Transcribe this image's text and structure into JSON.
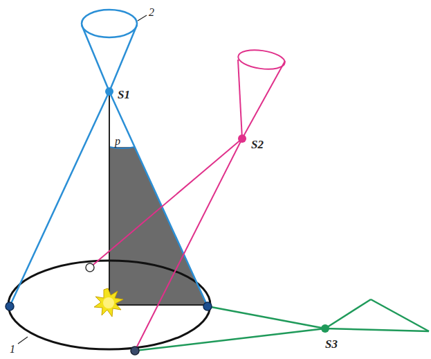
{
  "diagram": {
    "labels": [
      "2",
      "S1",
      "p",
      "S2",
      "S3",
      "1"
    ]
  }
}
